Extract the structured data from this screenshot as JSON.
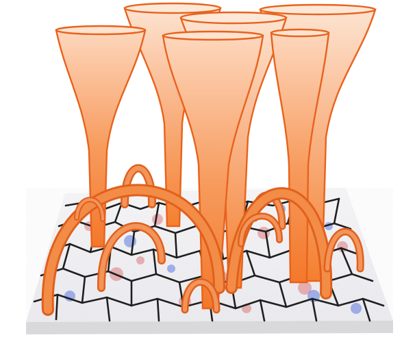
{
  "figure": {
    "caption": "",
    "elements": {
      "base_plate": "magnetogram-plate",
      "cells": "supergranulation-network-cells",
      "funnels": "magnetic-funnels",
      "loops": "magnetic-loops"
    },
    "colors": {
      "funnel_fill_top": "#fdd7bd",
      "funnel_fill_bottom": "#f58a3c",
      "funnel_stroke": "#e8621c",
      "loop_color": "#f08a3e",
      "loop_edge": "#e0601c",
      "network_line": "#1f1f1f",
      "plate_base": "#f4f4f6",
      "plate_side": "#d9d9d9",
      "positive_polarity": "#d63b3b",
      "negative_polarity": "#2a4fd6"
    },
    "counts": {
      "funnels": 6,
      "loops": 9
    }
  }
}
